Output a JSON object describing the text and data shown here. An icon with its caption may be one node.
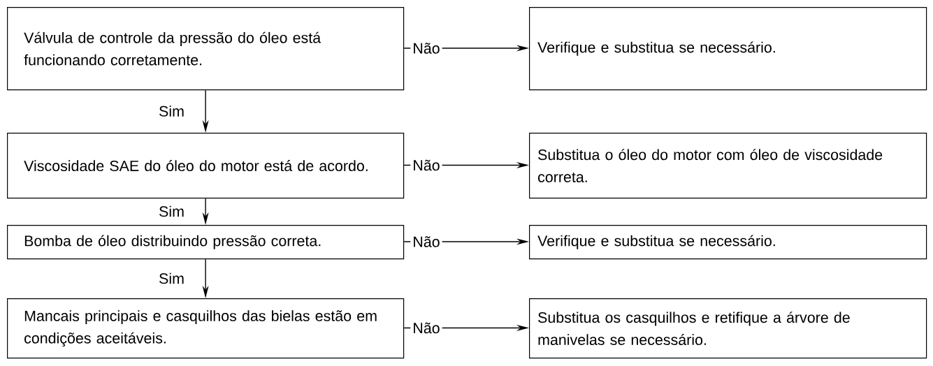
{
  "diagram": {
    "nodes": [
      {
        "text": [
          "Válvula de controle da pressão do óleo está funcionando corretamente."
        ]
      },
      {
        "text": [
          "Verifique e substitua se necessário."
        ]
      },
      {
        "text": [
          "Viscosidade SAE do óleo do motor está de acordo."
        ]
      },
      {
        "text": [
          "Substitua o óleo do motor com óleo de viscosidade correta."
        ]
      },
      {
        "text": [
          "Bomba de óleo distribuindo pressão correta."
        ]
      },
      {
        "text": [
          "Verifique e substitua se necessário."
        ]
      },
      {
        "text": [
          "Mancais principais e casquilhos das bielas estão em condições aceitáveis."
        ]
      },
      {
        "text": [
          "Substitua os casquilhos e retifique a árvore de manivelas se necessário."
        ]
      }
    ],
    "edges": [
      {
        "from": 0,
        "to": 1,
        "arrow": "to",
        "label": "Não"
      },
      {
        "from": 0,
        "to": 2,
        "arrow": "to",
        "label": "Sim"
      },
      {
        "from": 2,
        "to": 3,
        "arrow": "to",
        "label": "Não"
      },
      {
        "from": 2,
        "to": 4,
        "arrow": "to",
        "label": "Sim"
      },
      {
        "from": 4,
        "to": 5,
        "arrow": "to",
        "label": "Não"
      },
      {
        "from": 4,
        "to": 6,
        "arrow": "to",
        "label": "Sim"
      },
      {
        "from": 6,
        "to": 7,
        "arrow": "to",
        "label": "Não"
      }
    ]
  }
}
